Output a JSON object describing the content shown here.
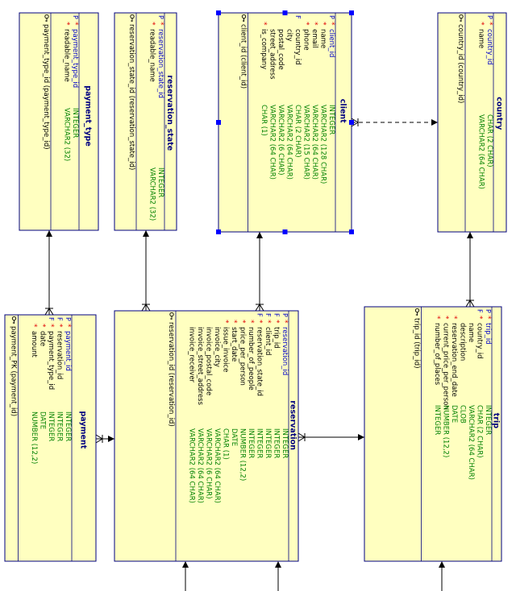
{
  "tables": {
    "payment_type": {
      "title": "payment_type",
      "columns": [
        {
          "flag": "P",
          "req": true,
          "name": "payment_type_id",
          "type": "INTEGER",
          "pk": true
        },
        {
          "flag": "",
          "req": true,
          "name": "readable_name",
          "type": "VARCHAR2 (32)",
          "pk": false
        }
      ],
      "index": "payment_type_id (payment_type_id)"
    },
    "reservation_state": {
      "title": "reservation_state",
      "columns": [
        {
          "flag": "P",
          "req": true,
          "name": "reservation_state_id",
          "type": "INTEGER",
          "pk": true
        },
        {
          "flag": "",
          "req": true,
          "name": "readable_name",
          "type": "VARCHAR2 (32)",
          "pk": false
        }
      ],
      "index": "reservation_state_id (reservation_state_id)"
    },
    "client": {
      "title": "client",
      "columns": [
        {
          "flag": "P",
          "req": true,
          "name": "client_id",
          "type": "INTEGER",
          "pk": true
        },
        {
          "flag": "",
          "req": true,
          "name": "name",
          "type": "VARCHAR2 (128 CHAR)",
          "pk": false
        },
        {
          "flag": "",
          "req": true,
          "name": "email",
          "type": "VARCHAR2 (64 CHAR)",
          "pk": false
        },
        {
          "flag": "",
          "req": true,
          "name": "phone",
          "type": "VARCHAR2 (15 CHAR)",
          "pk": false
        },
        {
          "flag": "F",
          "req": false,
          "name": "country_id",
          "type": "CHAR (2 CHAR)",
          "pk": false
        },
        {
          "flag": "",
          "req": false,
          "name": "city",
          "type": "VARCHAR2 (64 CHAR)",
          "pk": false
        },
        {
          "flag": "",
          "req": false,
          "name": "postal_code",
          "type": "VARCHAR2 (6 CHAR)",
          "pk": false
        },
        {
          "flag": "",
          "req": false,
          "name": "street_address",
          "type": "VARCHAR2 (64 CHAR)",
          "pk": false
        },
        {
          "flag": "",
          "req": true,
          "name": "is_company",
          "type": "CHAR (1)",
          "pk": false
        }
      ],
      "index": "client_id (client_id)"
    },
    "country": {
      "title": "country",
      "columns": [
        {
          "flag": "P",
          "req": true,
          "name": "country_id",
          "type": "CHAR (2 CHAR)",
          "pk": true
        },
        {
          "flag": "",
          "req": true,
          "name": "name",
          "type": "VARCHAR2 (64 CHAR)",
          "pk": false
        }
      ],
      "index": "country_id (country_id)"
    },
    "payment": {
      "title": "payment",
      "columns": [
        {
          "flag": "P",
          "req": true,
          "name": "payment_id",
          "type": "INTEGER",
          "pk": true
        },
        {
          "flag": "F",
          "req": true,
          "name": "reservation_id",
          "type": "INTEGER",
          "pk": false
        },
        {
          "flag": "F",
          "req": true,
          "name": "payment_type_id",
          "type": "INTEGER",
          "pk": false
        },
        {
          "flag": "",
          "req": true,
          "name": "date",
          "type": "DATE",
          "pk": false
        },
        {
          "flag": "",
          "req": true,
          "name": "amount",
          "type": "NUMBER (12,2)",
          "pk": false
        }
      ],
      "index": "payment_PK (payment_id)"
    },
    "reservation": {
      "title": "reservation",
      "columns": [
        {
          "flag": "P",
          "req": true,
          "name": "reservation_id",
          "type": "INTEGER",
          "pk": true
        },
        {
          "flag": "F",
          "req": true,
          "name": "trip_id",
          "type": "INTEGER",
          "pk": false
        },
        {
          "flag": "F",
          "req": true,
          "name": "client_id",
          "type": "INTEGER",
          "pk": false
        },
        {
          "flag": "F",
          "req": true,
          "name": "reservation_state_id",
          "type": "INTEGER",
          "pk": false
        },
        {
          "flag": "",
          "req": true,
          "name": "number_of_people",
          "type": "INTEGER",
          "pk": false
        },
        {
          "flag": "",
          "req": true,
          "name": "price_per_person",
          "type": "NUMBER (12,2)",
          "pk": false
        },
        {
          "flag": "",
          "req": true,
          "name": "start_date",
          "type": "DATE",
          "pk": false
        },
        {
          "flag": "",
          "req": true,
          "name": "issue_invoice",
          "type": "CHAR (1)",
          "pk": false
        },
        {
          "flag": "",
          "req": false,
          "name": "invoice_city",
          "type": "VARCHAR2 (64 CHAR)",
          "pk": false
        },
        {
          "flag": "",
          "req": false,
          "name": "invoice_postal_code",
          "type": "VARCHAR2 (6 CHAR)",
          "pk": false
        },
        {
          "flag": "",
          "req": false,
          "name": "invoice_street_address",
          "type": "VARCHAR2 (64 CHAR)",
          "pk": false
        },
        {
          "flag": "",
          "req": false,
          "name": "invoice_receiver",
          "type": "VARCHAR2 (64 CHAR)",
          "pk": false
        }
      ],
      "index": "reservation_id (reservation_id)"
    },
    "trip": {
      "title": "trip",
      "columns": [
        {
          "flag": "P",
          "req": true,
          "name": "trip_id",
          "type": "INTEGER",
          "pk": true
        },
        {
          "flag": "F",
          "req": true,
          "name": "country_id",
          "type": "CHAR (2 CHAR)",
          "pk": false
        },
        {
          "flag": "",
          "req": false,
          "name": "name",
          "type": "VARCHAR2 (64 CHAR)",
          "pk": false
        },
        {
          "flag": "",
          "req": false,
          "name": "description",
          "type": "CLOB",
          "pk": false
        },
        {
          "flag": "",
          "req": true,
          "name": "reservation_end_date",
          "type": "DATE",
          "pk": false
        },
        {
          "flag": "",
          "req": true,
          "name": "current_price_per_person",
          "type": "NUMBER (12,2)",
          "pk": false
        },
        {
          "flag": "",
          "req": true,
          "name": "number_of_places",
          "type": "INTEGER",
          "pk": false
        }
      ],
      "index": "trip_id (trip_id)"
    }
  },
  "colors": {
    "table_fill": "#ffffc0",
    "table_border": "#000080",
    "header_text": "#000080",
    "type_text": "#008000",
    "required_star": "#e00000",
    "key_flag": "#0000c8",
    "selection_handle": "#0000ff",
    "line": "#000000"
  },
  "icons": {
    "index": "key-icon"
  }
}
